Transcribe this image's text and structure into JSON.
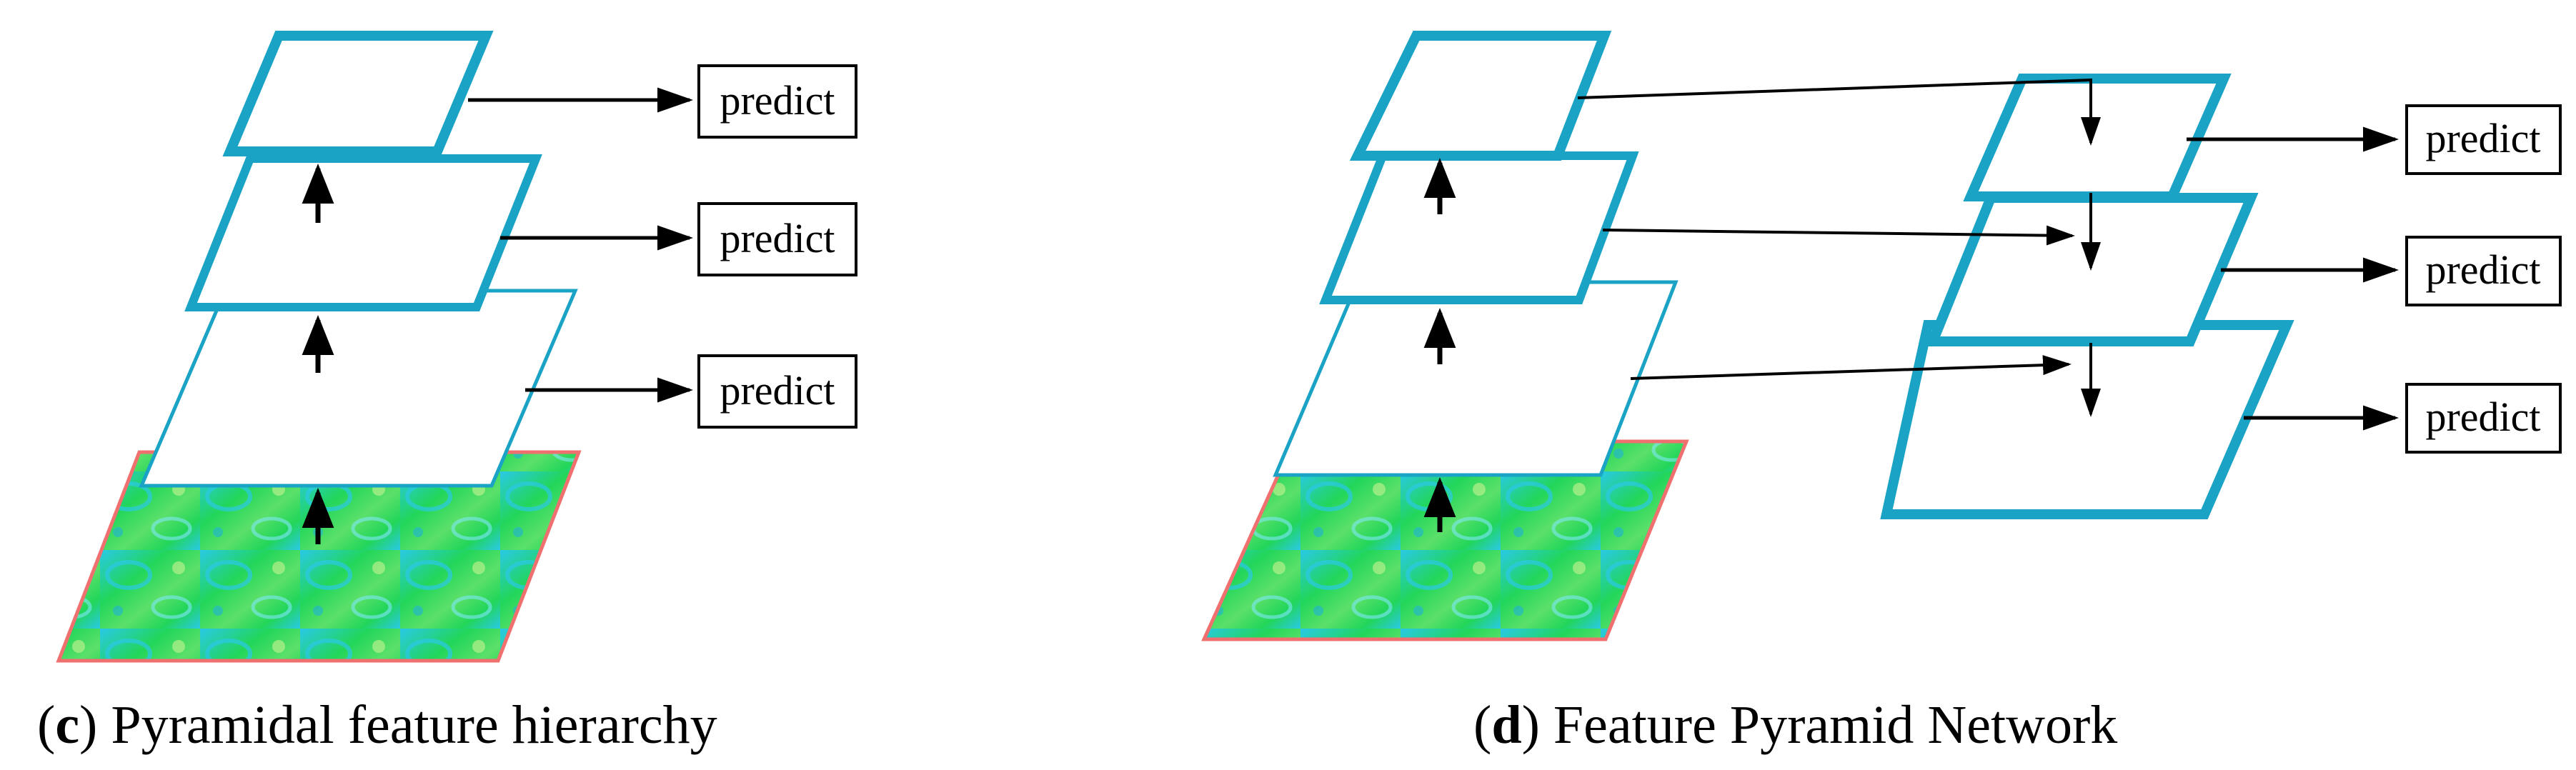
{
  "colors": {
    "layer_stroke": "#1AA3C4",
    "arrow": "#000000",
    "image_green": "#22D65A",
    "image_cyan": "#29C9E6",
    "image_border": "#F07070"
  },
  "panel_c": {
    "predict_labels": [
      "predict",
      "predict",
      "predict"
    ],
    "caption": {
      "open": "(",
      "letter": "c",
      "close": ")",
      "text": " Pyramidal feature hierarchy"
    }
  },
  "panel_d": {
    "predict_labels": [
      "predict",
      "predict",
      "predict"
    ],
    "caption": {
      "open": "(",
      "letter": "d",
      "close": ")",
      "text": " Feature Pyramid Network"
    }
  }
}
